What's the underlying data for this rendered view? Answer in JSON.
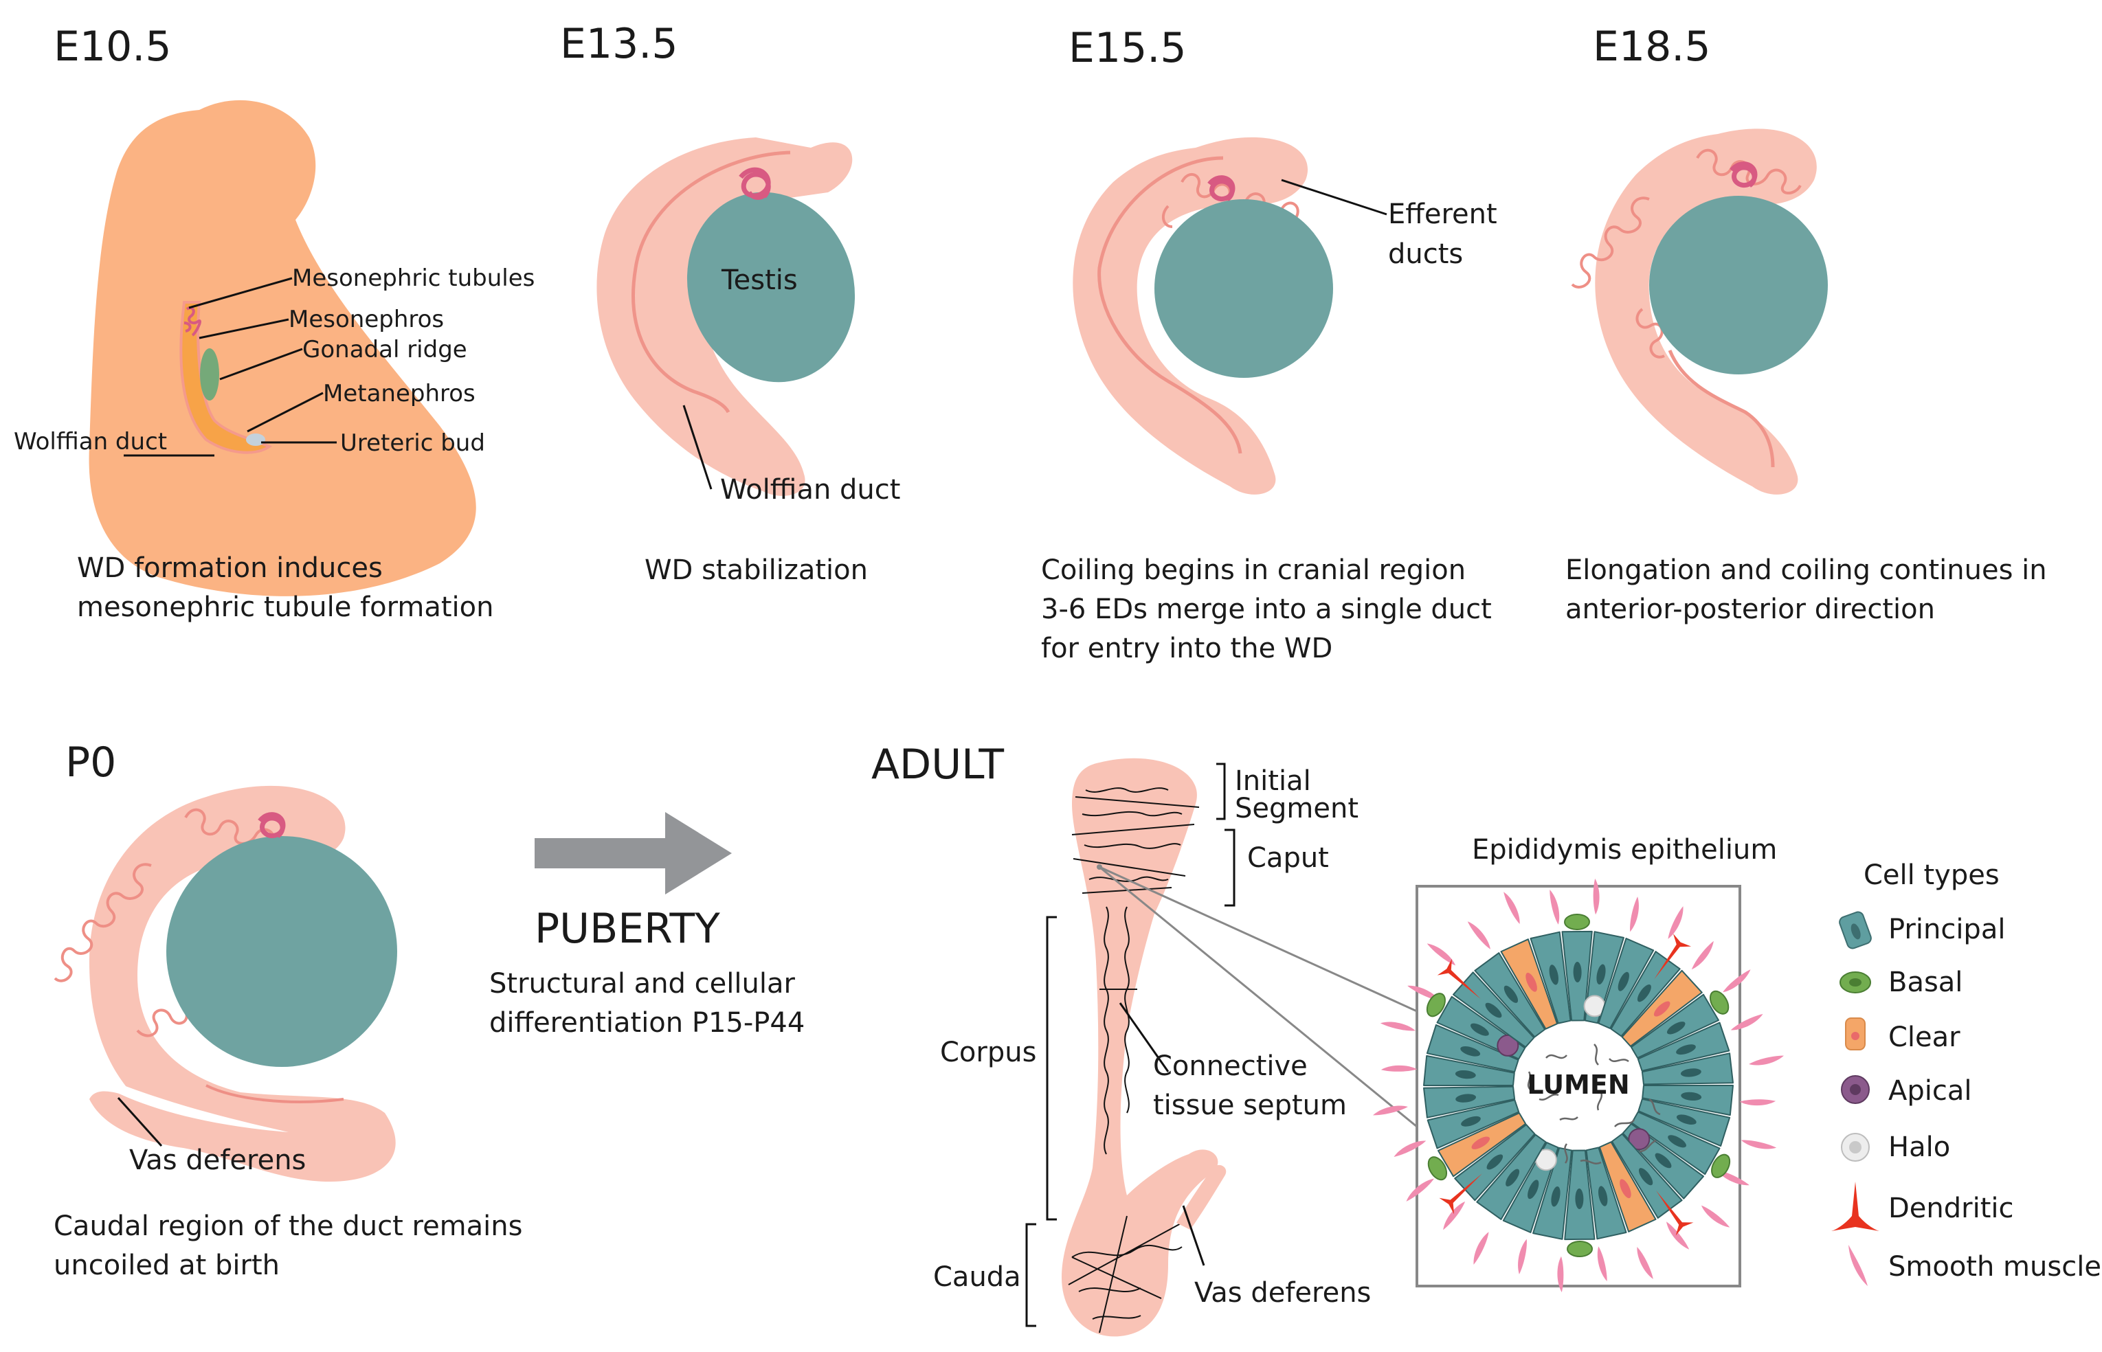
{
  "stages": {
    "e10": {
      "title": "E10.5",
      "labels": [
        "Mesonephric tubules",
        "Mesonephros",
        "Gonadal ridge",
        "Metanephros",
        "Wolffian duct",
        "Ureteric bud"
      ],
      "caption": [
        "WD formation induces",
        "mesonephric tubule formation"
      ]
    },
    "e13": {
      "title": "E13.5",
      "testis": "Testis",
      "duct_label": "Wolffian duct",
      "caption": [
        "WD stabilization"
      ]
    },
    "e15": {
      "title": "E15.5",
      "efferent": [
        "Efferent",
        "ducts"
      ],
      "caption": [
        "Coiling begins in cranial region",
        "3-6 EDs merge into a single duct",
        "for entry into the WD"
      ]
    },
    "e18": {
      "title": "E18.5",
      "caption": [
        "Elongation and coiling continues in",
        "anterior-posterior direction"
      ]
    },
    "p0": {
      "title": "P0",
      "vas_label": "Vas deferens",
      "caption": [
        "Caudal region of the duct remains",
        "uncoiled at birth"
      ]
    },
    "puberty": {
      "title": "PUBERTY",
      "caption": [
        "Structural and cellular",
        "differentiation P15-P44"
      ]
    },
    "adult": {
      "title": "ADULT",
      "regions": {
        "initial_segment": [
          "Initial",
          "Segment"
        ],
        "caput": "Caput",
        "corpus": "Corpus",
        "cauda": "Cauda"
      },
      "septum": [
        "Connective",
        "tissue septum"
      ],
      "vas_label": "Vas deferens",
      "inset_title": "Epididymis epithelium",
      "lumen": "LUMEN"
    }
  },
  "legend": {
    "title": "Cell types",
    "items": [
      {
        "name": "Principal",
        "color": "#5f9ea0"
      },
      {
        "name": "Basal",
        "color": "#72ad4f"
      },
      {
        "name": "Clear",
        "color": "#f4a668"
      },
      {
        "name": "Apical",
        "color": "#8b5a8c"
      },
      {
        "name": "Halo",
        "color": "#d9d9d9"
      },
      {
        "name": "Dendritic",
        "color": "#e8331f"
      },
      {
        "name": "Smooth muscle",
        "color": "#f08caf"
      }
    ]
  },
  "colors": {
    "tissue": "#f9c3b6",
    "duct": "#ef948a",
    "testis": "#6fa3a1",
    "embryo": "#fbb383",
    "arrow": "#939598"
  }
}
